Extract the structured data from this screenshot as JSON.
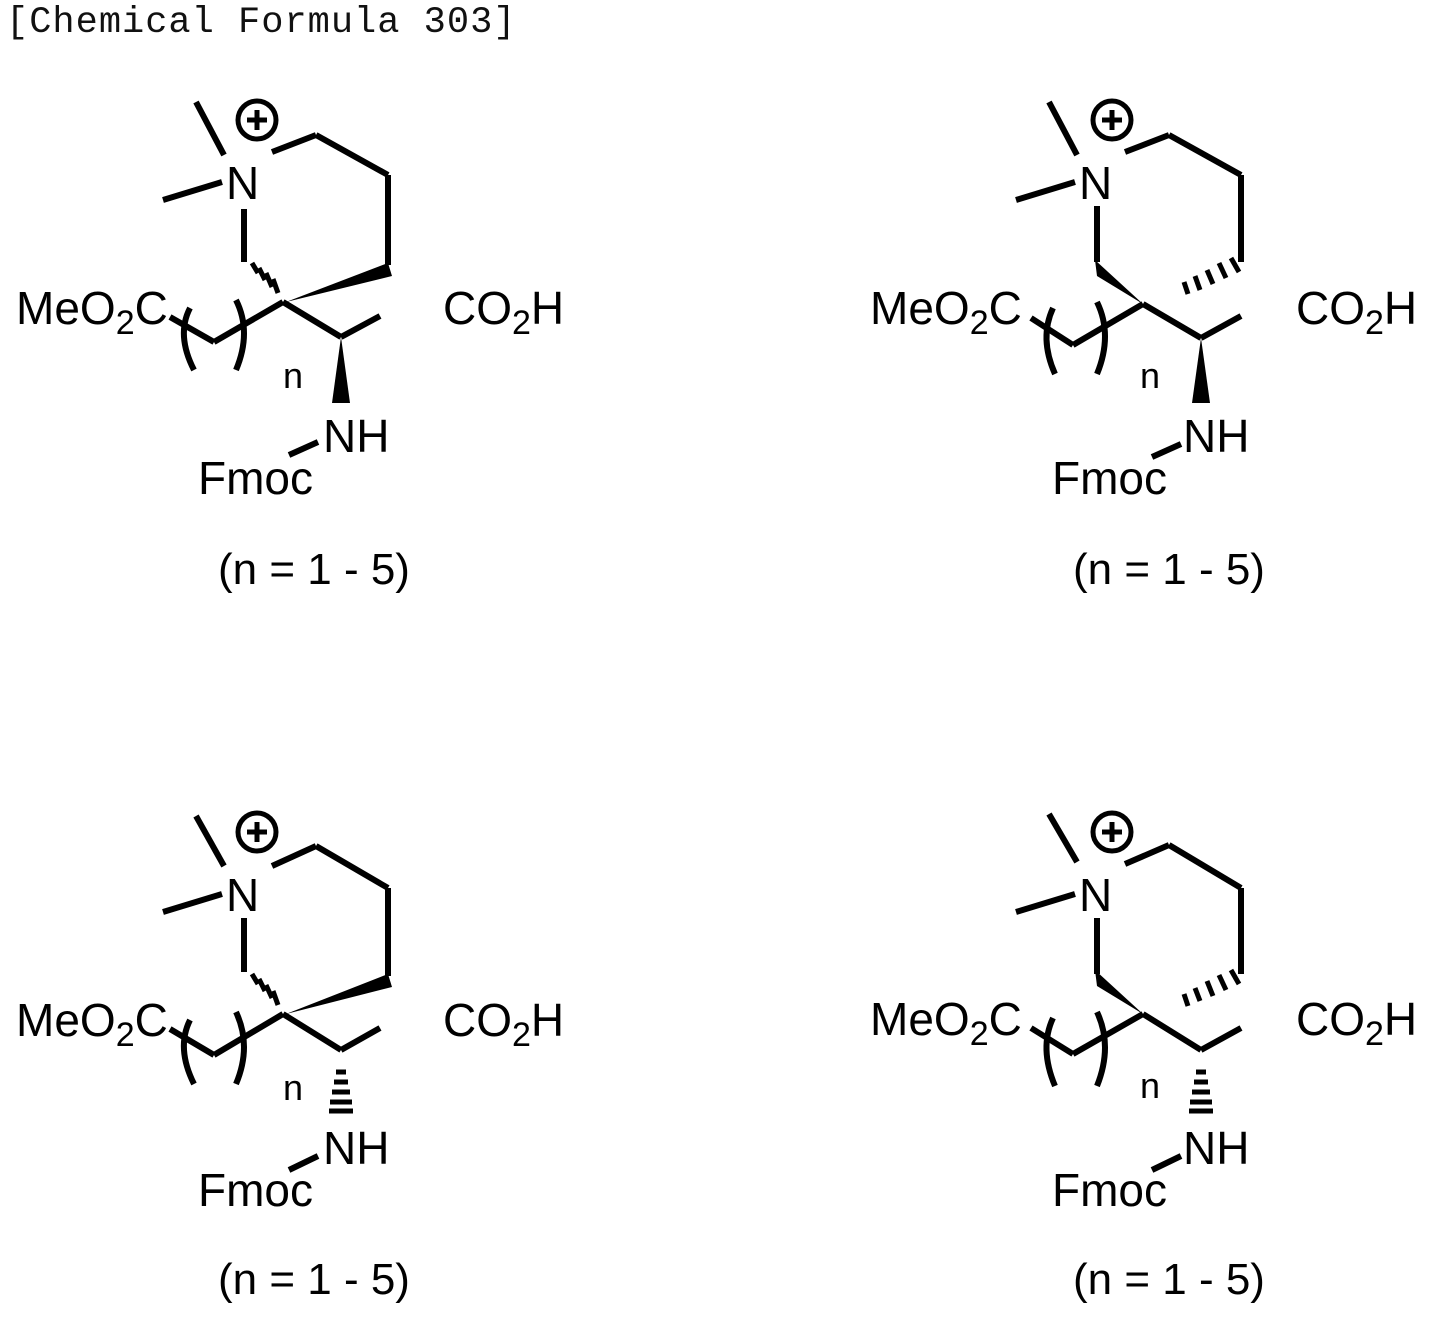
{
  "heading": "[Chemical Formula 303]",
  "compounds": [
    {
      "id": "top-left",
      "stereo": {
        "ring_lower_left": "hash",
        "ring_lower_right": "wedge",
        "alpha_nh": "wedge"
      },
      "labels": {
        "nitrogen": "N",
        "charge": "+",
        "ester_main": "MeO",
        "ester_sub": "2",
        "ester_tail": "C",
        "acid_main": "CO",
        "acid_sub": "2",
        "acid_tail": "H",
        "n_index": "n",
        "amine": "NH",
        "protecting_group": "Fmoc",
        "range": "(n = 1 - 5)"
      }
    },
    {
      "id": "top-right",
      "stereo": {
        "ring_lower_left": "wedge",
        "ring_lower_right": "hash",
        "alpha_nh": "wedge"
      },
      "labels": {
        "nitrogen": "N",
        "charge": "+",
        "ester_main": "MeO",
        "ester_sub": "2",
        "ester_tail": "C",
        "acid_main": "CO",
        "acid_sub": "2",
        "acid_tail": "H",
        "n_index": "n",
        "amine": "NH",
        "protecting_group": "Fmoc",
        "range": "(n = 1 - 5)"
      }
    },
    {
      "id": "bottom-left",
      "stereo": {
        "ring_lower_left": "hash",
        "ring_lower_right": "wedge",
        "alpha_nh": "hash"
      },
      "labels": {
        "nitrogen": "N",
        "charge": "+",
        "ester_main": "MeO",
        "ester_sub": "2",
        "ester_tail": "C",
        "acid_main": "CO",
        "acid_sub": "2",
        "acid_tail": "H",
        "n_index": "n",
        "amine": "NH",
        "protecting_group": "Fmoc",
        "range": "(n = 1 - 5)"
      }
    },
    {
      "id": "bottom-right",
      "stereo": {
        "ring_lower_left": "wedge",
        "ring_lower_right": "hash",
        "alpha_nh": "hash"
      },
      "labels": {
        "nitrogen": "N",
        "charge": "+",
        "ester_main": "MeO",
        "ester_sub": "2",
        "ester_tail": "C",
        "acid_main": "CO",
        "acid_sub": "2",
        "acid_tail": "H",
        "n_index": "n",
        "amine": "NH",
        "protecting_group": "Fmoc",
        "range": "(n = 1 - 5)"
      }
    }
  ]
}
